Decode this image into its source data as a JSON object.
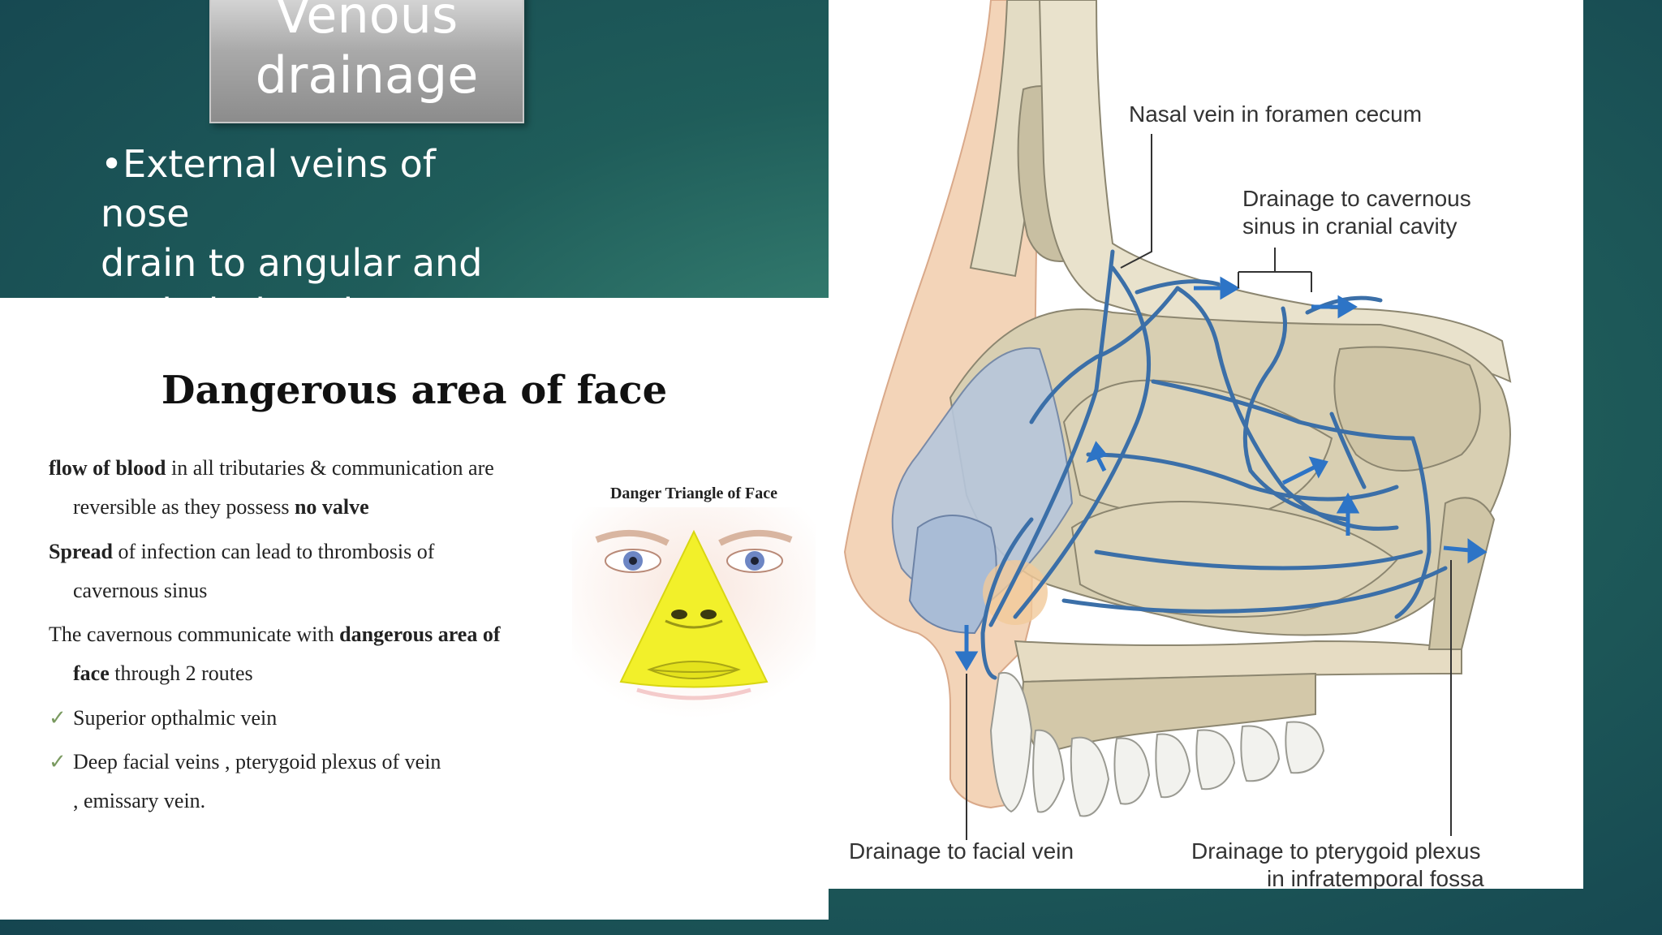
{
  "slide": {
    "title_line1": "Venous",
    "title_line2": "drainage",
    "bullet_line1": "•External veins of nose",
    "bullet_line2": "drain to angular and",
    "bullet_line3": "opthalmic veins"
  },
  "left_image": {
    "heading": "Dangerous area of face",
    "p1_bold": "flow of blood",
    "p1_rest": " in all tributaries & communication are",
    "p1_line2_a": "reversible as they possess ",
    "p1_line2_bold": "no valve",
    "p2_bold": "Spread",
    "p2_rest": " of infection can lead to thrombosis of",
    "p2_line2": "cavernous sinus",
    "p3_a": "The cavernous communicate with ",
    "p3_bold": "dangerous area of",
    "p3_line2_bold": "face",
    "p3_line2_rest": " through 2 routes",
    "check_mark": "✓",
    "check1": "Superior opthalmic vein",
    "check2_line1": "Deep facial veins , pterygoid plexus of vein",
    "check2_line2": ", emissary vein.",
    "danger_triangle_label": "Danger Triangle of Face"
  },
  "right_image": {
    "label_nasal_vein": "Nasal vein in foramen cecum",
    "label_cavernous_1": "Drainage to cavernous",
    "label_cavernous_2": "sinus in cranial cavity",
    "label_facial": "Drainage to facial vein",
    "label_pterygoid_1": "Drainage to pterygoid plexus",
    "label_pterygoid_2": "in infratemporal fossa"
  },
  "colors": {
    "background": "#1f5d5a",
    "vein_blue": "#3b6fa8",
    "bone": "#d8cfb2",
    "skin": "#f3d4b8",
    "triangle_yellow": "#f2f02a"
  }
}
